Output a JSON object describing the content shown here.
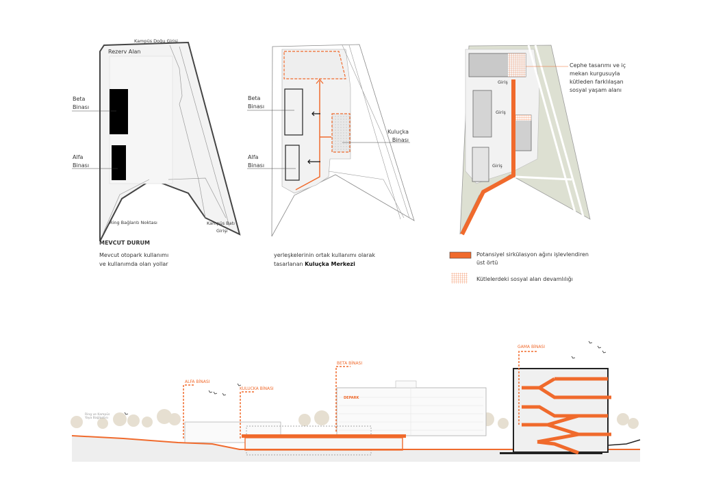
{
  "colors": {
    "accent": "#f06a2c",
    "ground": "#eeeeee",
    "outline": "#444444",
    "vegetation": "#dde0d2",
    "tree": "#e2d9c8"
  },
  "panel1": {
    "east_entrance": "Kampüs Doğu Girişi",
    "reserve_area": "Rezerv Alan",
    "beta": [
      "Beta",
      "Binası"
    ],
    "alfa": [
      "Alfa",
      "Binası"
    ],
    "ring_point": "Ring Bağlantı Noktası",
    "west_entrance": [
      "Kampüs Batı",
      "Girişi"
    ],
    "title": "MEVCUT DURUM",
    "description": [
      "Mevcut otopark kullanımı",
      "ve kullanımda olan yollar"
    ]
  },
  "panel2": {
    "beta": [
      "Beta",
      "Binası"
    ],
    "alfa": [
      "Alfa",
      "Binası"
    ],
    "incubator": [
      "Kuluçka",
      "Binası"
    ],
    "description_line1": "yerleşkelerinin ortak kullanımı olarak",
    "description_line2_prefix": "tasarlanan ",
    "description_line2_bold": "Kuluçka Merkezi"
  },
  "panel3": {
    "entrance_labels": [
      "Giriş",
      "Giriş",
      "Giriş"
    ],
    "callout": [
      "Cephe tasarımı ve iç",
      "mekan kurgusuyla",
      "kütleden farklılaşan",
      "sosyal yaşam alanı"
    ],
    "legend": [
      {
        "label": [
          "Potansiyel sirkülasyon ağını işlevlendiren",
          "üst örtü"
        ]
      },
      {
        "label": [
          "Kütlelerdeki sosyal alan devamlılığı"
        ]
      }
    ]
  },
  "section": {
    "ring_label": [
      "Ring ve Kampüs",
      "Yaya Bağlantısı"
    ],
    "alfa": "ALFA BİNASI",
    "kulucka": "KULUCKA BİNASI",
    "beta": "BETA BİNASI",
    "gama": "GAMA BİNASI",
    "depark": "DEPARK"
  }
}
